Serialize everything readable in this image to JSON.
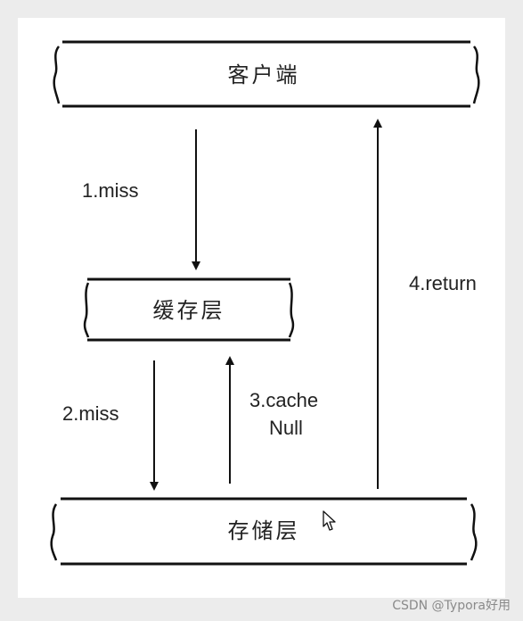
{
  "nodes": {
    "client": "客户端",
    "cache": "缓存层",
    "storage": "存储层"
  },
  "edges": {
    "miss1": "1.miss",
    "miss2": "2.miss",
    "cache_null_line1": "3.cache",
    "cache_null_line2": "Null",
    "return": "4.return"
  },
  "watermark": "CSDN @Typora好用",
  "cursor_icon": "mouse-pointer-icon"
}
